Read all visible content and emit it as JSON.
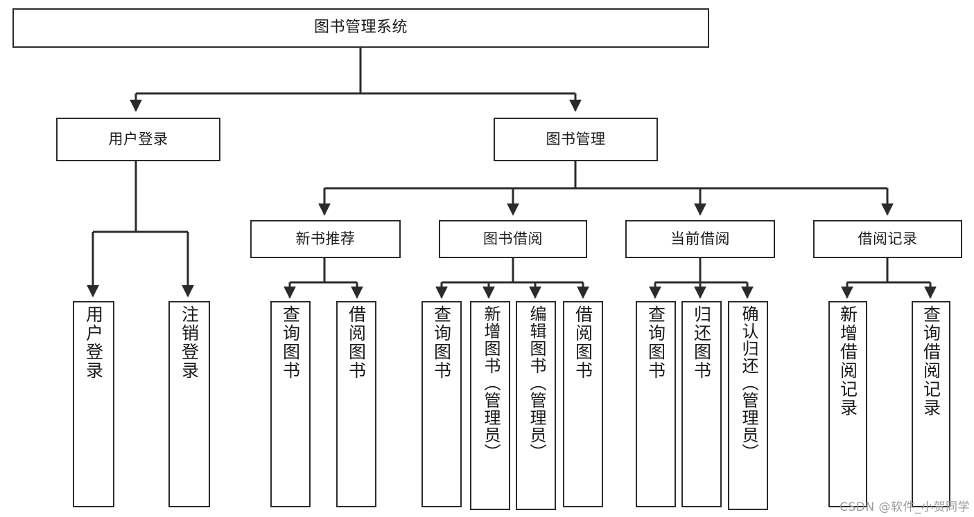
{
  "diagram": {
    "type": "tree-hierarchy-flowchart",
    "title": "图书管理系统",
    "colors": {
      "stroke": "#2b2b2b",
      "fill": "#ffffff",
      "text": "#1a1a1a",
      "watermark": "#9a9a9a"
    },
    "root": {
      "label": "图书管理系统"
    },
    "level2": [
      {
        "label": "用户登录"
      },
      {
        "label": "图书管理"
      }
    ],
    "level3": [
      {
        "label": "新书推荐"
      },
      {
        "label": "图书借阅"
      },
      {
        "label": "当前借阅"
      },
      {
        "label": "借阅记录"
      }
    ],
    "leaves": {
      "user_login": [
        {
          "label": "用户登录"
        },
        {
          "label": "注销登录"
        }
      ],
      "new_book_recommend": [
        {
          "label": "查询图书"
        },
        {
          "label": "借阅图书"
        }
      ],
      "book_borrow": [
        {
          "label": "查询图书"
        },
        {
          "label": "新增图书（管理员）"
        },
        {
          "label": "编辑图书（管理员）"
        },
        {
          "label": "借阅图书"
        }
      ],
      "current_borrow": [
        {
          "label": "查询图书"
        },
        {
          "label": "归还图书"
        },
        {
          "label": "确认归还（管理员）"
        }
      ],
      "borrow_record": [
        {
          "label": "新增借阅记录"
        },
        {
          "label": "查询借阅记录"
        }
      ]
    },
    "watermark": "CSDN @软件_小贺同学"
  }
}
